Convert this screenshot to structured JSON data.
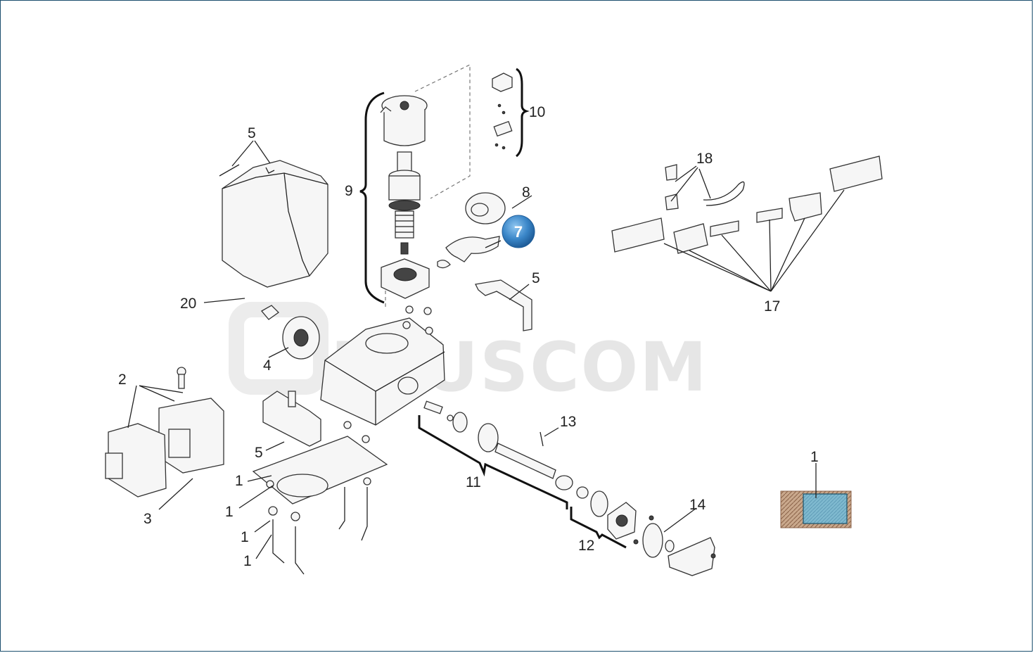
{
  "watermark": {
    "text": "PLUSCOM"
  },
  "callouts": {
    "c_1a": "1",
    "c_1b": "1",
    "c_1c": "1",
    "c_1d": "1",
    "c_1e": "1",
    "c_2": "2",
    "c_3": "3",
    "c_4": "4",
    "c_5a": "5",
    "c_5b": "5",
    "c_5c": "5",
    "c_8": "8",
    "c_9": "9",
    "c_10": "10",
    "c_11": "11",
    "c_12": "12",
    "c_13": "13",
    "c_14": "14",
    "c_17": "17",
    "c_18": "18",
    "c_20": "20"
  },
  "highlight_marker": {
    "label": "7",
    "color": "#3a86c8"
  },
  "colors": {
    "frame": "#1c4f6e",
    "plate_fill": "#7fb9cf",
    "plate_border": "#b08a6e"
  }
}
